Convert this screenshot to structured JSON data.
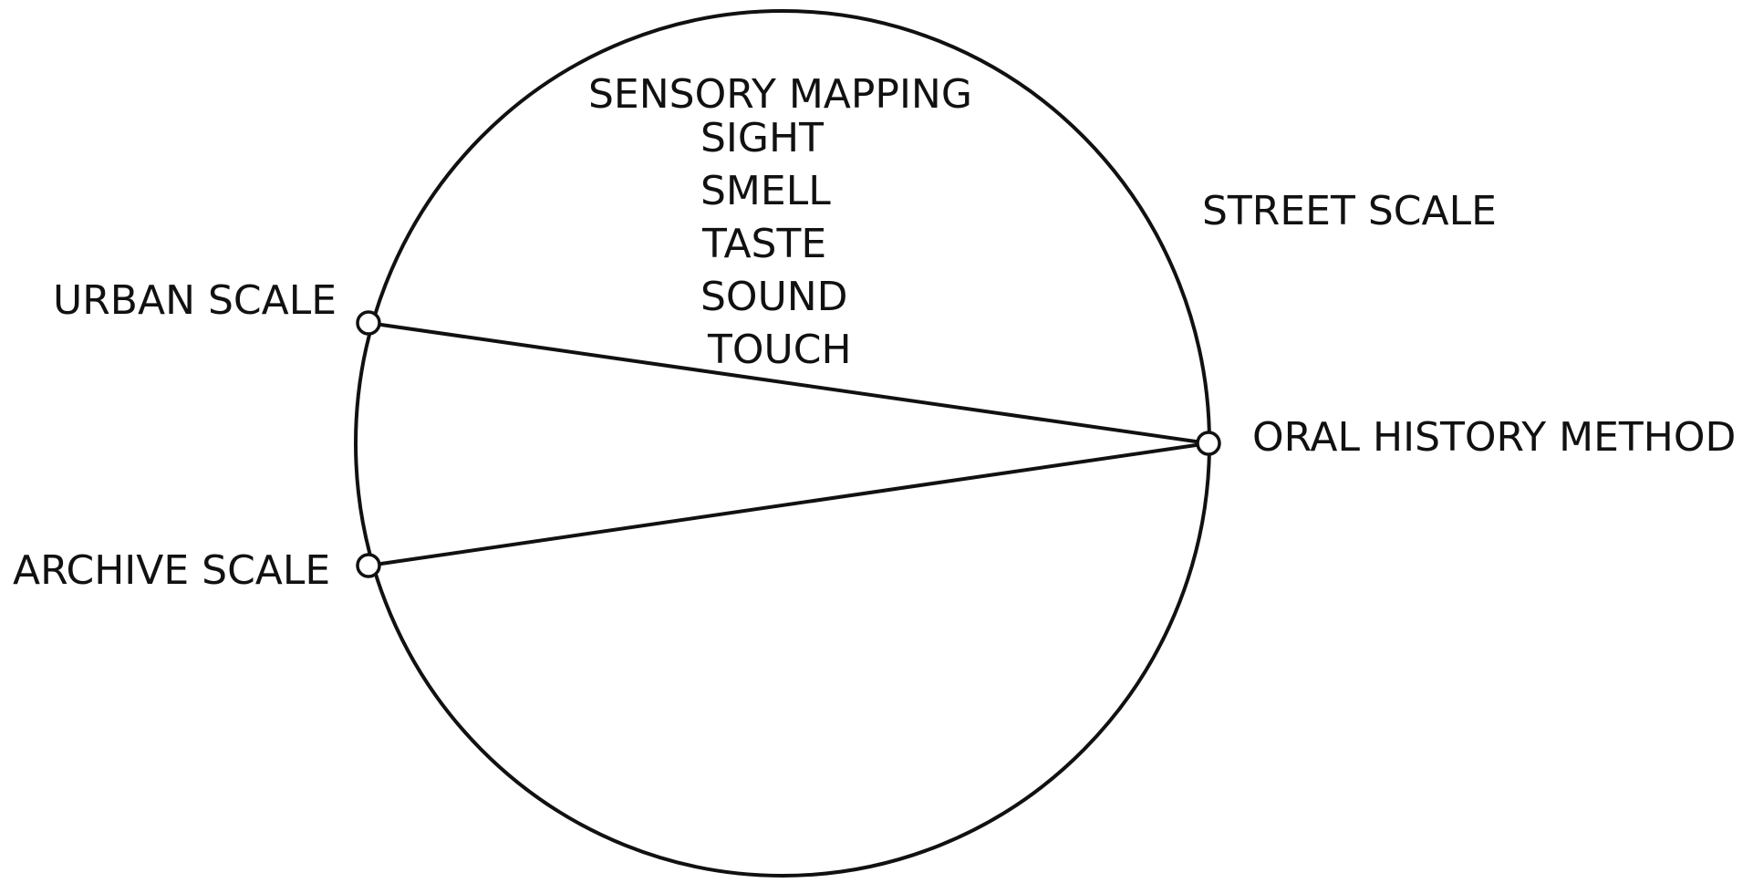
{
  "labels": {
    "sensory_mapping": "SENSORY MAPPING",
    "senses": [
      "SIGHT",
      "SMELL",
      "TASTE",
      "SOUND",
      "TOUCH"
    ],
    "street_scale": "STREET SCALE",
    "urban_scale": "URBAN SCALE",
    "oral_history_method": "ORAL HISTORY METHOD",
    "archive_scale": "ARCHIVE SCALE"
  },
  "colors": {
    "stroke": "#111111",
    "background": "#ffffff"
  }
}
